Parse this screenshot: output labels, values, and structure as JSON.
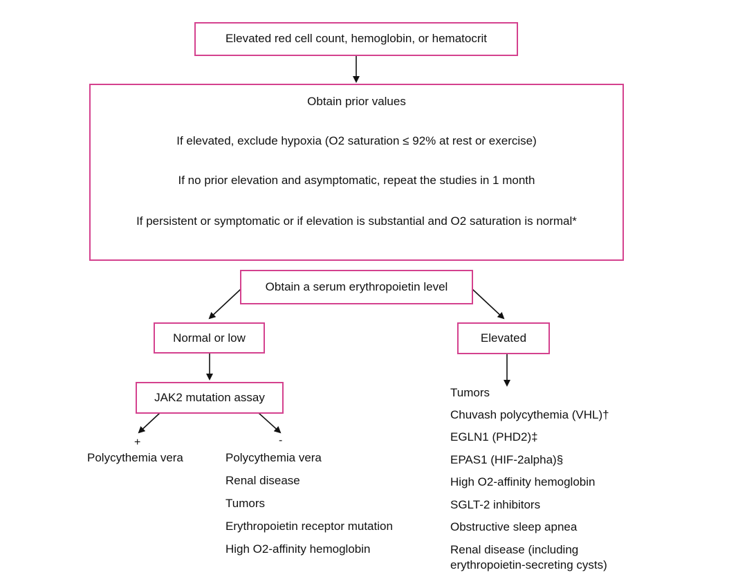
{
  "top_box": "Elevated red cell count, hemoglobin, or hematocrit",
  "steps": [
    "Obtain prior values",
    "If elevated, exclude hypoxia (O2 saturation ≤ 92% at rest or exercise)",
    "If no prior elevation and asymptomatic, repeat the studies in 1 month",
    "If persistent or symptomatic or if elevation is substantial and O2 saturation is normal*"
  ],
  "epo_box": "Obtain a serum erythropoietin level",
  "normal_low_box": "Normal or low",
  "elevated_box": "Elevated",
  "jak2_box": "JAK2 mutation assay",
  "plus_sign": "+",
  "minus_sign": "-",
  "jak2_positive": [
    "Polycythemia vera"
  ],
  "jak2_negative": [
    "Polycythemia vera",
    "Renal disease",
    "Tumors",
    "Erythropoietin receptor mutation",
    "High O2-affinity hemoglobin"
  ],
  "elevated_causes": [
    "Tumors",
    "Chuvash polycythemia (VHL)†",
    "EGLN1 (PHD2)‡",
    "EPAS1 (HIF-2alpha)§",
    "High O2-affinity hemoglobin",
    "SGLT-2 inhibitors",
    "Obstructive sleep apnea",
    "Renal disease (including",
    "erythropoietin-secreting cysts)"
  ],
  "colors": {
    "box_border": "#d4418e",
    "arrow": "#111111"
  }
}
